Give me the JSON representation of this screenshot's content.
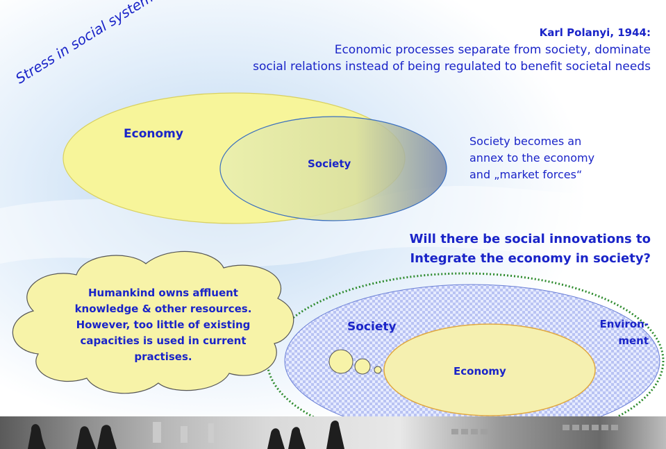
{
  "quote": {
    "author": "Karl Polanyi, 1944:",
    "line1": "Economic processes separate from society, dominate",
    "line2": "social relations instead of being regulated to benefit societal needs"
  },
  "side_title": "Stress in social systems",
  "top_diagram": {
    "outer_label": "Economy",
    "inner_label": "Society",
    "outer_color": "#f7f59a",
    "inner_color": "#c9d4a0"
  },
  "annex_text": {
    "line1": "Society becomes an",
    "line2": "annex to the economy",
    "line3": "and „market forces“"
  },
  "question": {
    "line1": "Will there be social innovations to",
    "line2": "Integrate the economy in society?"
  },
  "thought_cloud": {
    "line1": "Humankind owns affluent",
    "line2": "knowledge & other resources.",
    "line3": "However, too little of existing",
    "line4": "capacities is used in current",
    "line5": "practises."
  },
  "bottom_diagram": {
    "outer_label": "Society",
    "inner_label": "Economy",
    "environment_line1": "Environ-",
    "environment_line2": "ment",
    "environment_color": "#2e8b2e"
  },
  "colors": {
    "text_blue": "#1a24c8",
    "cloud_fill": "#f7f3a8"
  }
}
